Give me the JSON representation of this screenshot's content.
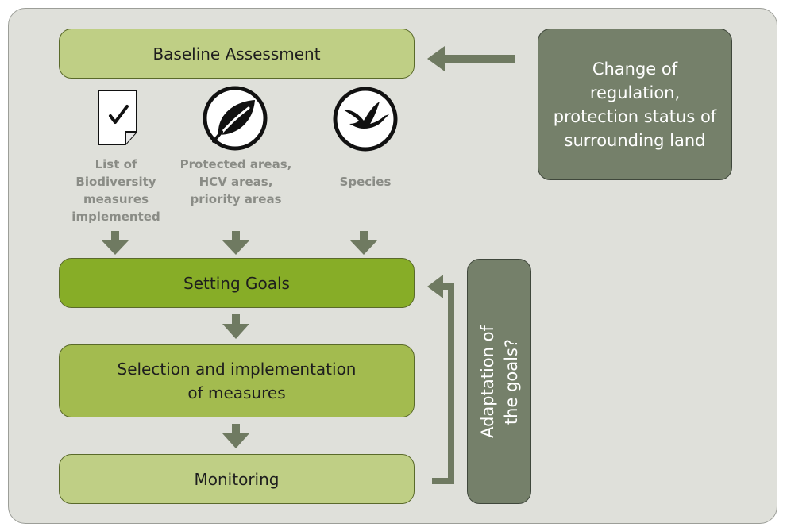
{
  "diagram": {
    "baseline": "Baseline Assessment",
    "change_box": "Change of\nregulation,\nprotection status of\nsurrounding land",
    "inputs": [
      {
        "label": "List of\nBiodiversity\nmeasures\nimplemented",
        "icon": "checklist-icon"
      },
      {
        "label": "Protected areas,\nHCV areas,\npriority areas",
        "icon": "leaf-icon"
      },
      {
        "label": "Species",
        "icon": "bird-icon"
      }
    ],
    "setting_goals": "Setting Goals",
    "selection": "Selection and implementation\nof measures",
    "monitoring": "Monitoring",
    "adaptation": "Adaptation of\nthe goals?"
  },
  "colors": {
    "background": "#dfe0da",
    "light_green": "#bfcf85",
    "mid_green": "#a3bb4f",
    "strong_green": "#87ad27",
    "dark_grey_green": "#75806a",
    "arrow": "#6f7a61"
  }
}
